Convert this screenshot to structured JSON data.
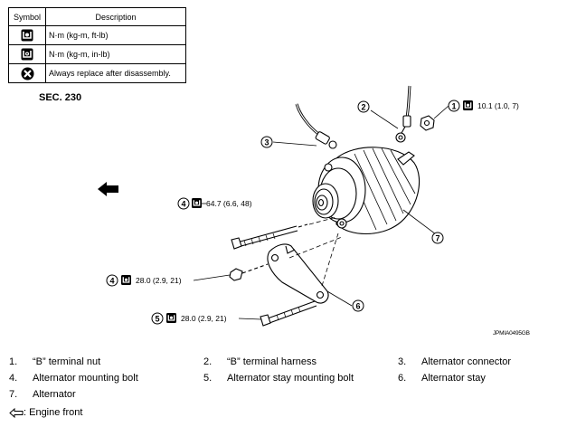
{
  "legend": {
    "header_symbol": "Symbol",
    "header_description": "Description",
    "rows": [
      {
        "icon": "torque-wrench-icon",
        "description": "N·m (kg-m, ft-lb)"
      },
      {
        "icon": "torque-wrench-small-icon",
        "description": "N·m (kg-m, in-lb)"
      },
      {
        "icon": "always-replace-icon",
        "description": "Always replace after disassembly."
      }
    ]
  },
  "section": "SEC. 230",
  "callouts": {
    "c1": {
      "id": "1",
      "torque": "10.1 (1.0, 7)"
    },
    "c2": {
      "id": "2"
    },
    "c3": {
      "id": "3"
    },
    "c4a": {
      "id": "4",
      "torque": "64.7 (6.6, 48)"
    },
    "c4b": {
      "id": "4",
      "torque": "28.0 (2.9, 21)"
    },
    "c5": {
      "id": "5",
      "torque": "28.0 (2.9, 21)"
    },
    "c6": {
      "id": "6"
    },
    "c7": {
      "id": "7"
    }
  },
  "figure_code": "JPMIA0495GB",
  "parts": [
    {
      "num": "1.",
      "name": "“B” terminal nut"
    },
    {
      "num": "2.",
      "name": "“B” terminal harness"
    },
    {
      "num": "3.",
      "name": "Alternator connector"
    },
    {
      "num": "4.",
      "name": "Alternator mounting bolt"
    },
    {
      "num": "5.",
      "name": "Alternator stay mounting bolt"
    },
    {
      "num": "6.",
      "name": "Alternator stay"
    },
    {
      "num": "7.",
      "name": "Alternator"
    }
  ],
  "engine_front": ": Engine front"
}
